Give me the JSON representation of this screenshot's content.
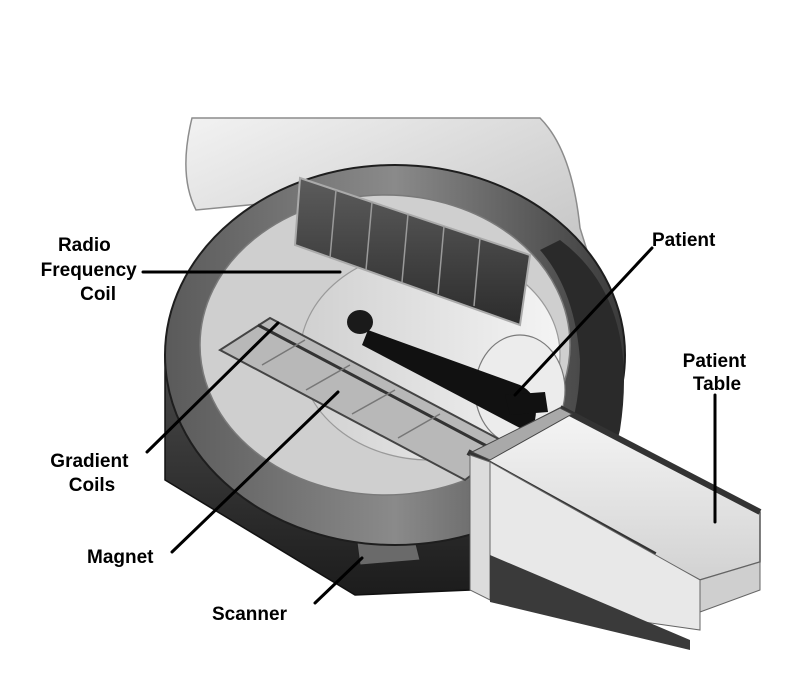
{
  "labels": {
    "radio_frequency_coil": [
      "Radio",
      "Frequency",
      "Coil"
    ],
    "patient": "Patient",
    "patient_table": [
      "Patient",
      "Table"
    ],
    "gradient_coils": [
      "Gradient",
      "Coils"
    ],
    "magnet": "Magnet",
    "scanner": "Scanner"
  },
  "colors": {
    "background": "#ffffff",
    "ink": "#000000",
    "shell_light": "#e6e6e6",
    "shell_mid": "#9a9a9a",
    "shell_dark": "#3a3a3a",
    "base_dark": "#262626"
  }
}
